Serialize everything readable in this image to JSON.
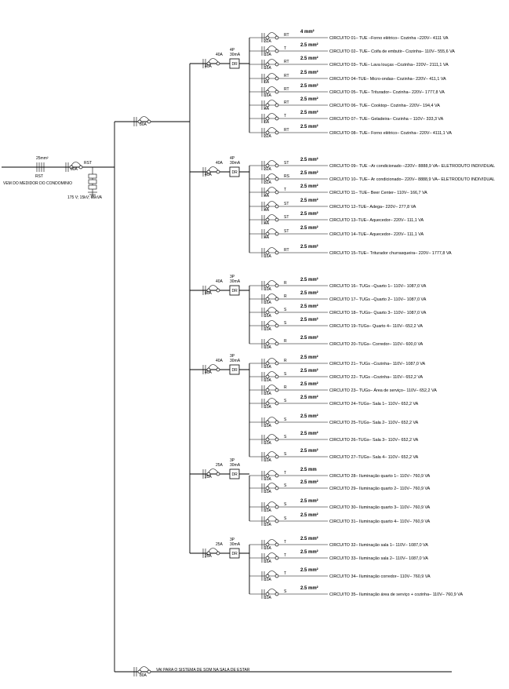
{
  "source": {
    "cable_section": "25mm²",
    "cable_phases": "RST",
    "main_breaker": "80A",
    "phases": "RST",
    "from_label": "VEM DO MEDIDOR DO CONDOMINIO",
    "dps_label": "175 V; 15kV; 65kVA"
  },
  "bus_breaker": "80A",
  "bottom_breaker": "80A",
  "bottom_label": "VAI PARA O SISTEMA DE SOM NA SALA DE ESTAR",
  "groups": [
    {
      "main": "40A",
      "dr_poles": "4P",
      "dr_current": "30mA",
      "dr_tag": "DR",
      "circuits": [
        {
          "breaker": "32A",
          "phase": "RT",
          "section": "4   mm²",
          "desc": "CIRCUITO  01– TUE –Forno elétrico– Cozinha –220V– 4111 VA"
        },
        {
          "breaker": "10A",
          "phase": "T",
          "section": "2.5 mm²",
          "desc": "CIRCUITO  02– TUE– Coifa de embutir– Cozinha– 110V– 555,6 VA"
        },
        {
          "breaker": "16A",
          "phase": "RT",
          "section": "2.5 mm²",
          "desc": "CIRCUITO  03– TUE– Lava louças –Cozinha– 220V– 2111,1 VA"
        },
        {
          "breaker": "6A",
          "phase": "RT",
          "section": "2.5 mm²",
          "desc": "CIRCUITO  04–TUE– Micro-ondas– Cozinha– 220V– 411,1  VA"
        },
        {
          "breaker": "16A",
          "phase": "RT",
          "section": "2.5 mm²",
          "desc": "CIRCUITO  05– TUE– Triturador– Cozinha– 220V– 1777,8 VA"
        },
        {
          "breaker": "4A",
          "phase": "RT",
          "section": "2.5 mm²",
          "desc": "CIRCUITO  06– TUE– Cooktop– Cozinha– 220V– 194,4 VA"
        },
        {
          "breaker": "6A",
          "phase": "T",
          "section": "2.5 mm²",
          "desc": "CIRCUITO  07– TUE– Geladeira– Cozinha – 110V– 333,3 VA"
        },
        {
          "breaker": "32A",
          "phase": "RT",
          "section": "2.5 mm²",
          "desc": "CIRCUITO  08– TUE– Forno elétrico– Cozinha– 220V– 4111,1 VA"
        }
      ]
    },
    {
      "main": "40A",
      "dr_poles": "4P",
      "dr_current": "30mA",
      "dr_tag": "DR",
      "circuits": [
        {
          "breaker": "32A",
          "phase": "ST",
          "section": "2.5 mm²",
          "desc": "CIRCUITO  09– TUE –Ar condicionado –220V– 8888,9 VA– ELETRODUTO INDIVIDUAL"
        },
        {
          "breaker": "32A",
          "phase": "RS",
          "section": "2.5 mm²",
          "desc": "CIRCUITO  10– TUE– Ar condicionado– 220V– 8888,9 VA– ELETRODUTO INDIVIDUAL"
        },
        {
          "breaker": "4A",
          "phase": "T",
          "section": "2.5 mm²",
          "desc": "CIRCUITO  11– TUE– Beer Center– 110V– 166,7 VA"
        },
        {
          "breaker": "4A",
          "phase": "ST",
          "section": "2.5 mm²",
          "desc": "CIRCUITO  12–TUE– Adega– 220V– 277,8 VA"
        },
        {
          "breaker": "4A",
          "phase": "ST",
          "section": "2.5 mm²",
          "desc": "CIRCUITO  13–TUE– Aquecedor– 220V– 111,1 VA"
        },
        {
          "breaker": "4A",
          "phase": "ST",
          "section": "2.5 mm²",
          "desc": "CIRCUITO  14–TUE– Aquecedor– 220V– 111,1 VA"
        },
        {
          "breaker": "16A",
          "phase": "RT",
          "section": "2.5 mm²",
          "desc": "CIRCUITO  15–TUE– Triturador churrasqueira– 220V– 1777,8 VA"
        }
      ]
    },
    {
      "main": "40A",
      "dr_poles": "3P",
      "dr_current": "30mA",
      "dr_tag": "DR",
      "circuits": [
        {
          "breaker": "10A",
          "phase": "R",
          "section": "2.5 mm²",
          "desc": "CIRCUITO  16– TUGs –Quarto 1– 110V– 1087,0 VA"
        },
        {
          "breaker": "16A",
          "phase": "R",
          "section": "2.5 mm²",
          "desc": "CIRCUITO  17– TUGs –Quarto 2– 110V– 1087,0 VA"
        },
        {
          "breaker": "16A",
          "phase": "S",
          "section": "2.5 mm²",
          "desc": "CIRCUITO  18– TUGs– Quarto 3– 110V– 1087,0 VA"
        },
        {
          "breaker": "10A",
          "phase": "S",
          "section": "2.5 mm²",
          "desc": "CIRCUITO  19–TUGs– Quarto 4– 110V– 652,2 VA"
        },
        {
          "breaker": "10A",
          "phase": "R",
          "section": "2.5 mm²",
          "desc": "CIRCUITO  20–TUGs– Corredor– 110V– 600,0 VA"
        }
      ]
    },
    {
      "main": "40A",
      "dr_poles": "3P",
      "dr_current": "30mA",
      "dr_tag": "DR",
      "circuits": [
        {
          "breaker": "16A",
          "phase": "R",
          "section": "2.5 mm²",
          "desc": "CIRCUITO  21– TUGs –Cozinha– 110V– 1087,0 VA"
        },
        {
          "breaker": "10A",
          "phase": "S",
          "section": "2.5 mm²",
          "desc": "CIRCUITO  22– TUGs –Cozinha– 110V– 652,2 VA"
        },
        {
          "breaker": "16A",
          "phase": "R",
          "section": "2.5 mm²",
          "desc": "CIRCUITO  23– TUGs– Área de serviço– 110V– 652,2 VA"
        },
        {
          "breaker": "10A",
          "phase": "S",
          "section": "2.5 mm²",
          "desc": "CIRCUITO  24–TUGs– Sala 1– 110V– 652,2 VA"
        },
        {
          "breaker": "10A",
          "phase": "S",
          "section": "2.5 mm²",
          "desc": "CIRCUITO  25–TUGs– Sala 2– 110V– 652,2 VA"
        },
        {
          "breaker": "10A",
          "phase": "S",
          "section": "2.5 mm²",
          "desc": "CIRCUITO  26–TUGs– Sala 3– 110V– 652,2 VA"
        },
        {
          "breaker": "10A",
          "phase": "S",
          "section": "2.5 mm²",
          "desc": "CIRCUITO  27–TUGs– Sala 4– 110V– 652,2 VA"
        }
      ]
    },
    {
      "main": "25A",
      "dr_poles": "3P",
      "dr_current": "30mA",
      "dr_tag": "DR",
      "circuits": [
        {
          "breaker": "10A",
          "phase": "T",
          "section": "2.5 mm",
          "desc": "CIRCUITO  28– Iluminação quarto 1– 110V– 760,9 VA"
        },
        {
          "breaker": "10A",
          "phase": "S",
          "section": "2.5 mm²",
          "desc": "CIRCUITO  29– Iluminação quarto 2– 110V– 760,9 VA"
        },
        {
          "breaker": "10A",
          "phase": "S",
          "section": "2.5 mm²",
          "desc": "CIRCUITO  30– Iluminação quarto 3– 110V– 760,9 VA"
        },
        {
          "breaker": "10A",
          "phase": "S",
          "section": "2.5 mm²",
          "desc": "CIRCUITO  31– Iluminação quarto 4– 110V– 760,9 VA"
        }
      ]
    },
    {
      "main": "25A",
      "dr_poles": "3P",
      "dr_current": "30mA",
      "dr_tag": "DR",
      "circuits": [
        {
          "breaker": "16A",
          "phase": "T",
          "section": "2.5 mm²",
          "desc": "CIRCUITO  32– Iluminação sala 1– 110V– 1087,0 VA"
        },
        {
          "breaker": "16A",
          "phase": "T",
          "section": "2.5 mm²",
          "desc": "CIRCUITO  33– Iluminação sala 2– 110V– 1087,0 VA"
        },
        {
          "breaker": "10A",
          "phase": "T",
          "section": "2.5 mm²",
          "desc": "CIRCUITO  34– Iluminação corredor– 110V– 760,9 VA"
        },
        {
          "breaker": "10A",
          "phase": "S",
          "section": "2.5 mm²",
          "desc": "CIRCUITO  35– Iluminação área de serviço + cozinha– 110V– 760,9 VA"
        }
      ]
    }
  ]
}
